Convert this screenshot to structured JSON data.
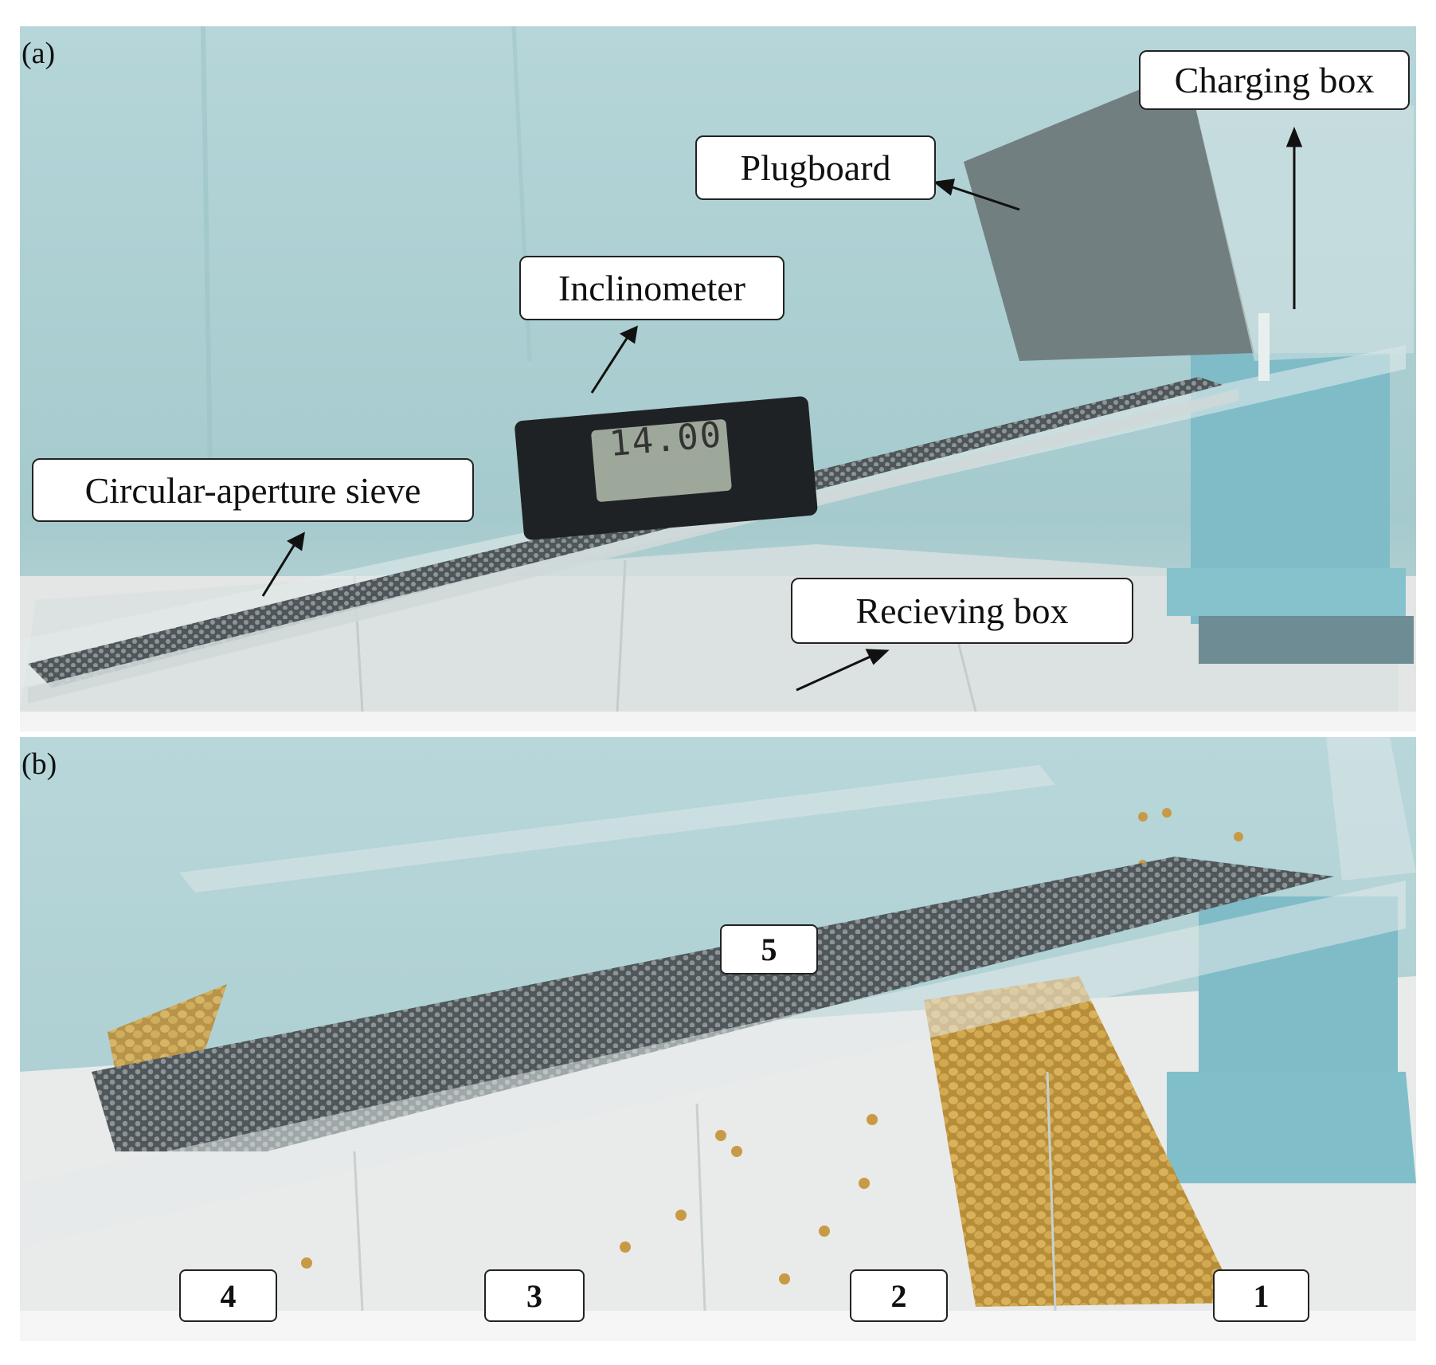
{
  "panels": {
    "a": {
      "letter": "(a)",
      "labels": {
        "charging_box": "Charging box",
        "plugboard": "Plugboard",
        "inclinometer": "Inclinometer",
        "sieve": "Circular-aperture sieve",
        "receiving_box": "Recieving box"
      },
      "inclinometer_reading": "14.00"
    },
    "b": {
      "letter": "(b)",
      "numbers": [
        "1",
        "2",
        "3",
        "4",
        "5"
      ]
    }
  },
  "colors": {
    "background_wall": "#a9cdd0",
    "sieve": "#5d6468",
    "acrylic": "#d8e1e2",
    "pedestal": "#7ab8c4",
    "seeds": "#c9a24a"
  }
}
